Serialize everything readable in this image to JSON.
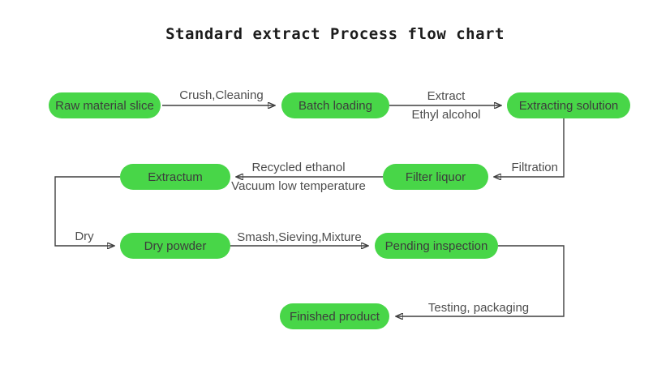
{
  "title": "Standard extract Process flow chart",
  "colors": {
    "background": "#ffffff",
    "node_fill": "#48d648",
    "node_text": "#3c3c3c",
    "line": "#3f3f3f",
    "label_text": "#4d4d4d"
  },
  "nodes": [
    {
      "id": "raw-material-slice",
      "label": "Raw material slice"
    },
    {
      "id": "batch-loading",
      "label": "Batch loading"
    },
    {
      "id": "extracting-solution",
      "label": "Extracting solution"
    },
    {
      "id": "extractum",
      "label": "Extractum"
    },
    {
      "id": "filter-liquor",
      "label": "Filter liquor"
    },
    {
      "id": "dry-powder",
      "label": "Dry powder"
    },
    {
      "id": "pending-inspection",
      "label": "Pending inspection"
    },
    {
      "id": "finished-product",
      "label": "Finished product"
    }
  ],
  "edges": [
    {
      "from": "Raw material slice",
      "to": "Batch loading",
      "label_top": "Crush,Cleaning"
    },
    {
      "from": "Batch loading",
      "to": "Extracting solution",
      "label_top": "Extract",
      "label_bottom": "Ethyl alcohol"
    },
    {
      "from": "Extracting solution",
      "to": "Filter liquor",
      "label_top": "Filtration"
    },
    {
      "from": "Filter liquor",
      "to": "Extractum",
      "label_top": "Recycled ethanol",
      "label_bottom": "Vacuum low temperature"
    },
    {
      "from": "Extractum",
      "to": "Dry powder",
      "label_top": "Dry"
    },
    {
      "from": "Dry powder",
      "to": "Pending inspection",
      "label_top": "Smash,Sieving,Mixture"
    },
    {
      "from": "Pending inspection",
      "to": "Finished product",
      "label_top": "Testing, packaging"
    }
  ]
}
